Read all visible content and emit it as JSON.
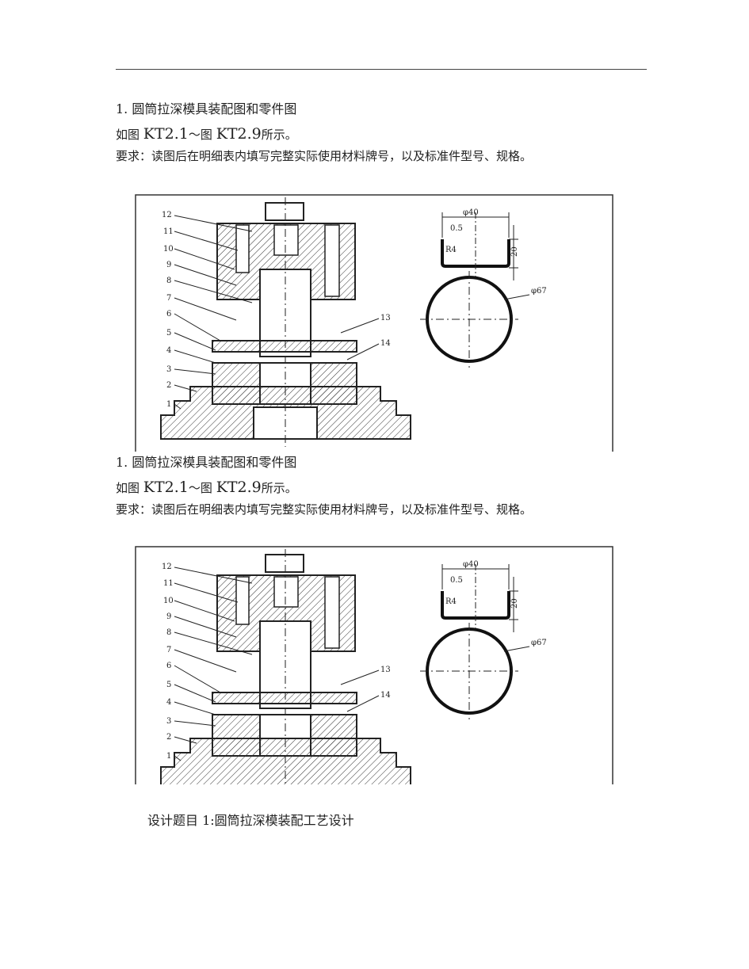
{
  "section1": {
    "heading_num": "1.",
    "heading": "圆筒拉深模具装配图和零件图",
    "ref_prefix": "如图",
    "ref_a": "KT2.1",
    "ref_sep": "～图",
    "ref_b": "KT2.9",
    "ref_suffix": "所示。",
    "requirement": "要求：读图后在明细表内填写完整实际使用材料牌号，以及标准件型号、规格。"
  },
  "section2": {
    "heading_num": "1.",
    "heading": "圆筒拉深模具装配图和零件图",
    "ref_prefix": "如图",
    "ref_a": "KT2.1",
    "ref_sep": "～图",
    "ref_b": "KT2.9",
    "ref_suffix": "所示。",
    "requirement": "要求：读图后在明细表内填写完整实际使用材料牌号，以及标准件型号、规格。"
  },
  "drawing": {
    "part_numbers": [
      "12",
      "11",
      "10",
      "9",
      "8",
      "7",
      "6",
      "5",
      "4",
      "3",
      "2",
      "1"
    ],
    "right_labels": [
      "13",
      "14"
    ],
    "dim_diameter_cup": "φ40",
    "dim_thickness": "0.5",
    "dim_radius": "R4",
    "dim_height": "20",
    "dim_blank": "φ67"
  },
  "footer": {
    "title": "设计题目 1:圆筒拉深模装配工艺设计"
  }
}
